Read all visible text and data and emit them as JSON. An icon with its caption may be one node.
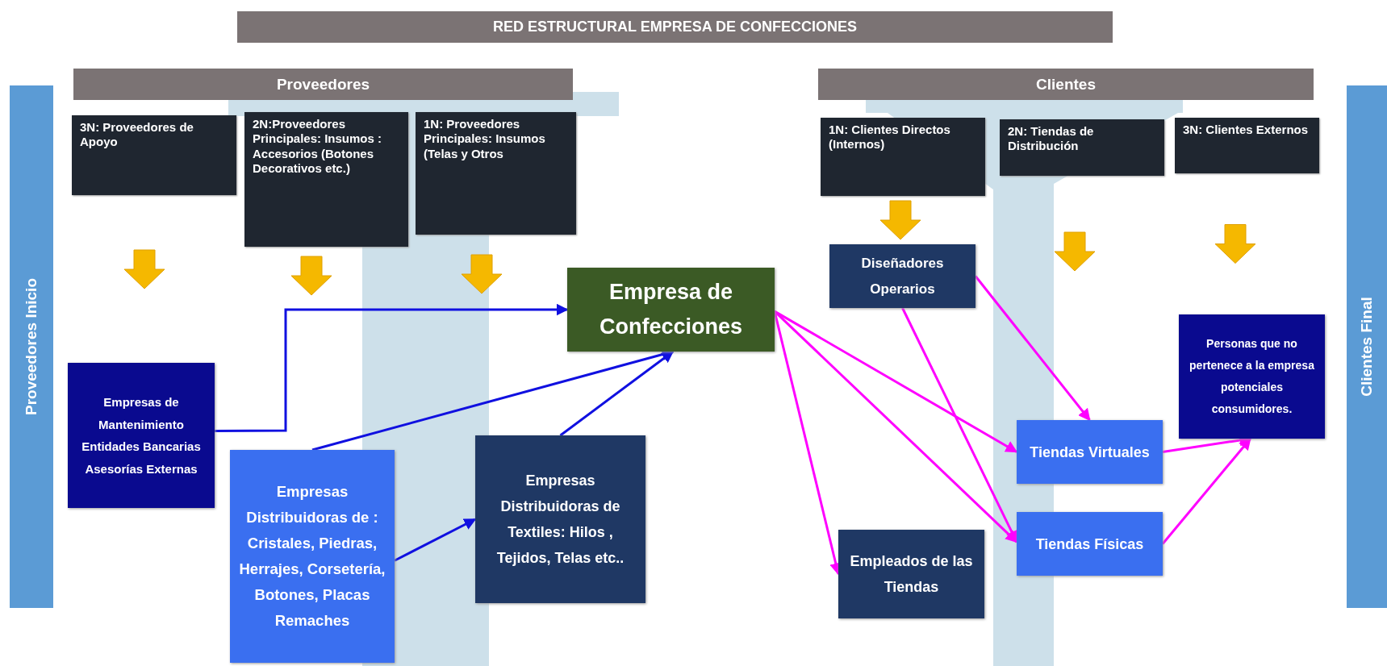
{
  "diagram": {
    "title": "RED ESTRUCTURAL EMPRESA DE CONFECCIONES",
    "nodes": [
      {
        "text": [
          "Proveedores"
        ]
      },
      {
        "text": [
          "Clientes"
        ]
      },
      {
        "text": [
          "Proveedores Inicio"
        ]
      },
      {
        "text": [
          "Clientes Final"
        ]
      },
      {
        "text": [
          "3N: Proveedores de Apoyo"
        ]
      },
      {
        "text": [
          "2N:Proveedores Principales: Insumos : Accesorios (Botones Decorativos etc.)"
        ]
      },
      {
        "text": [
          "1N: Proveedores Principales: Insumos (Telas y Otros"
        ]
      },
      {
        "text": [
          "1N: Clientes Directos (Internos)"
        ]
      },
      {
        "text": [
          "2N: Tiendas de Distribución"
        ]
      },
      {
        "text": [
          "3N: Clientes Externos"
        ]
      },
      {
        "text": [
          "Empresa de Confecciones"
        ]
      },
      {
        "text": [
          "Diseñadores Operarios"
        ]
      },
      {
        "text": [
          "Personas que no pertenece a la empresa potenciales consumidores."
        ]
      },
      {
        "text": [
          "Empresas de Mantenimiento Entidades Bancarias Asesorías Externas"
        ]
      },
      {
        "text": [
          "Tiendas Virtuales"
        ]
      },
      {
        "text": [
          "Empresas Distribuidoras de Textiles: Hilos , Tejidos, Telas etc.."
        ]
      },
      {
        "text": [
          "Empresas Distribuidoras de : Cristales, Piedras, Herrajes, Corsetería, Botones, Placas Remaches"
        ]
      },
      {
        "text": [
          "Tiendas Físicas"
        ]
      },
      {
        "text": [
          "Empleados de las Tiendas"
        ]
      }
    ],
    "edges": [
      {
        "from": 13,
        "to": 10,
        "arrow": "to",
        "color": "#1010e0"
      },
      {
        "from": 16,
        "to": 10,
        "arrow": "to",
        "color": "#1010e0"
      },
      {
        "from": 15,
        "to": 10,
        "arrow": "to",
        "color": "#1010e0"
      },
      {
        "from": 16,
        "to": 15,
        "arrow": "to",
        "color": "#1010e0"
      },
      {
        "from": 10,
        "to": 14,
        "arrow": "to"
      },
      {
        "from": 10,
        "to": 17,
        "arrow": "to"
      },
      {
        "from": 10,
        "to": 18,
        "arrow": "to"
      },
      {
        "from": 11,
        "to": 14,
        "arrow": "to"
      },
      {
        "from": 11,
        "to": 17,
        "arrow": "to"
      },
      {
        "from": 14,
        "to": 12,
        "arrow": "to"
      },
      {
        "from": 17,
        "to": 12,
        "arrow": "to"
      },
      {
        "from": 7,
        "to": 11,
        "arrow": "to",
        "style": "thick",
        "color": "#f5b800"
      },
      {
        "from": 9,
        "to": 12,
        "arrow": "to",
        "style": "thick",
        "color": "#f5b800"
      }
    ]
  }
}
